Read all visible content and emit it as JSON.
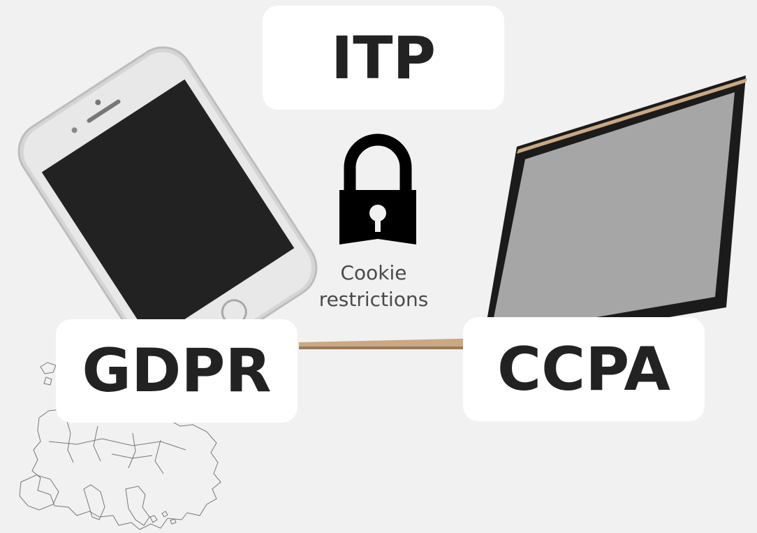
{
  "labels": {
    "itp": "ITP",
    "gdpr": "GDPR",
    "ccpa": "CCPA"
  },
  "lock_caption": {
    "line1": "Cookie",
    "line2": "restrictions"
  },
  "icons": {
    "lock": "padlock-icon",
    "phone": "smartphone-illustration",
    "laptop": "laptop-illustration",
    "map": "europe-map-outline"
  },
  "colors": {
    "background": "#f1f1f1",
    "card": "#ffffff",
    "label_text": "#222222",
    "lock": "#000000",
    "laptop_screen": "#a6a6a6",
    "laptop_frame": "#1b1b1b",
    "laptop_base": "#c9a883",
    "phone_body": "#d9d9d9",
    "phone_screen": "#222222"
  }
}
